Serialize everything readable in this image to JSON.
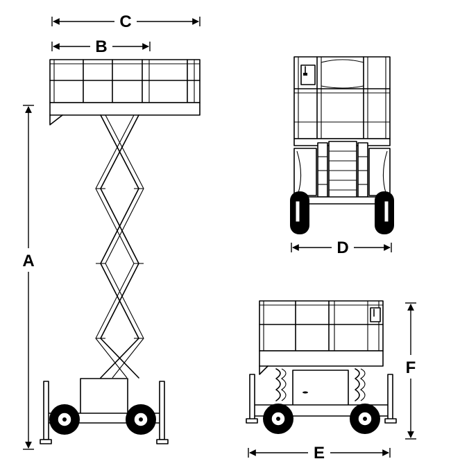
{
  "dimensions": {
    "a": "A",
    "b": "B",
    "c": "C",
    "d": "D",
    "e": "E",
    "f": "F"
  }
}
